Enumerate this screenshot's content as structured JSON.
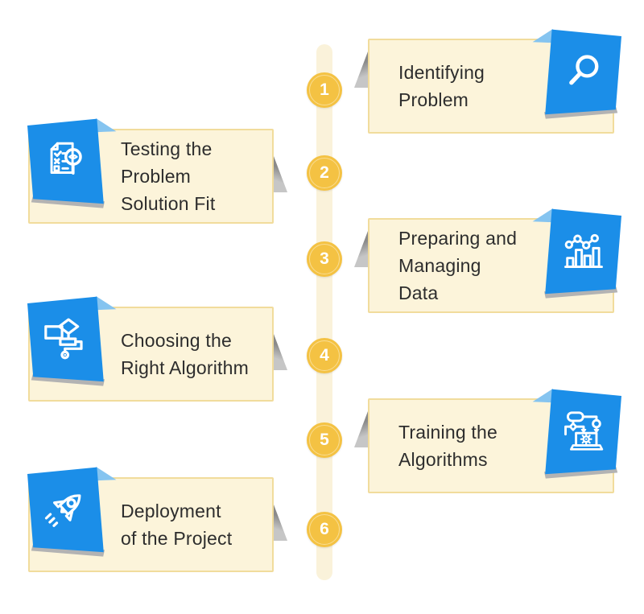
{
  "palette": {
    "blue": "#1b8ee8",
    "light_blue": "#85c4f0",
    "card_bg": "#fcf4da",
    "card_border": "#f1dc9c",
    "bar": "#faf2da",
    "gold": "#f4c243",
    "gold_ring": "#f9dd92",
    "text": "#2d2d2d"
  },
  "steps": [
    {
      "number": "1",
      "side": "right",
      "icon": "search-icon",
      "label": "Identifying\nProblem"
    },
    {
      "number": "2",
      "side": "left",
      "icon": "checklist-review-icon",
      "label": "Testing the\nProblem\nSolution Fit"
    },
    {
      "number": "3",
      "side": "right",
      "icon": "bar-chart-icon",
      "label": "Preparing and\nManaging Data"
    },
    {
      "number": "4",
      "side": "left",
      "icon": "flowchart-icon",
      "label": "Choosing the\nRight Algorithm"
    },
    {
      "number": "5",
      "side": "right",
      "icon": "machine-training-icon",
      "label": "Training the\nAlgorithms"
    },
    {
      "number": "6",
      "side": "left",
      "icon": "rocket-icon",
      "label": "Deployment\nof the Project"
    }
  ]
}
